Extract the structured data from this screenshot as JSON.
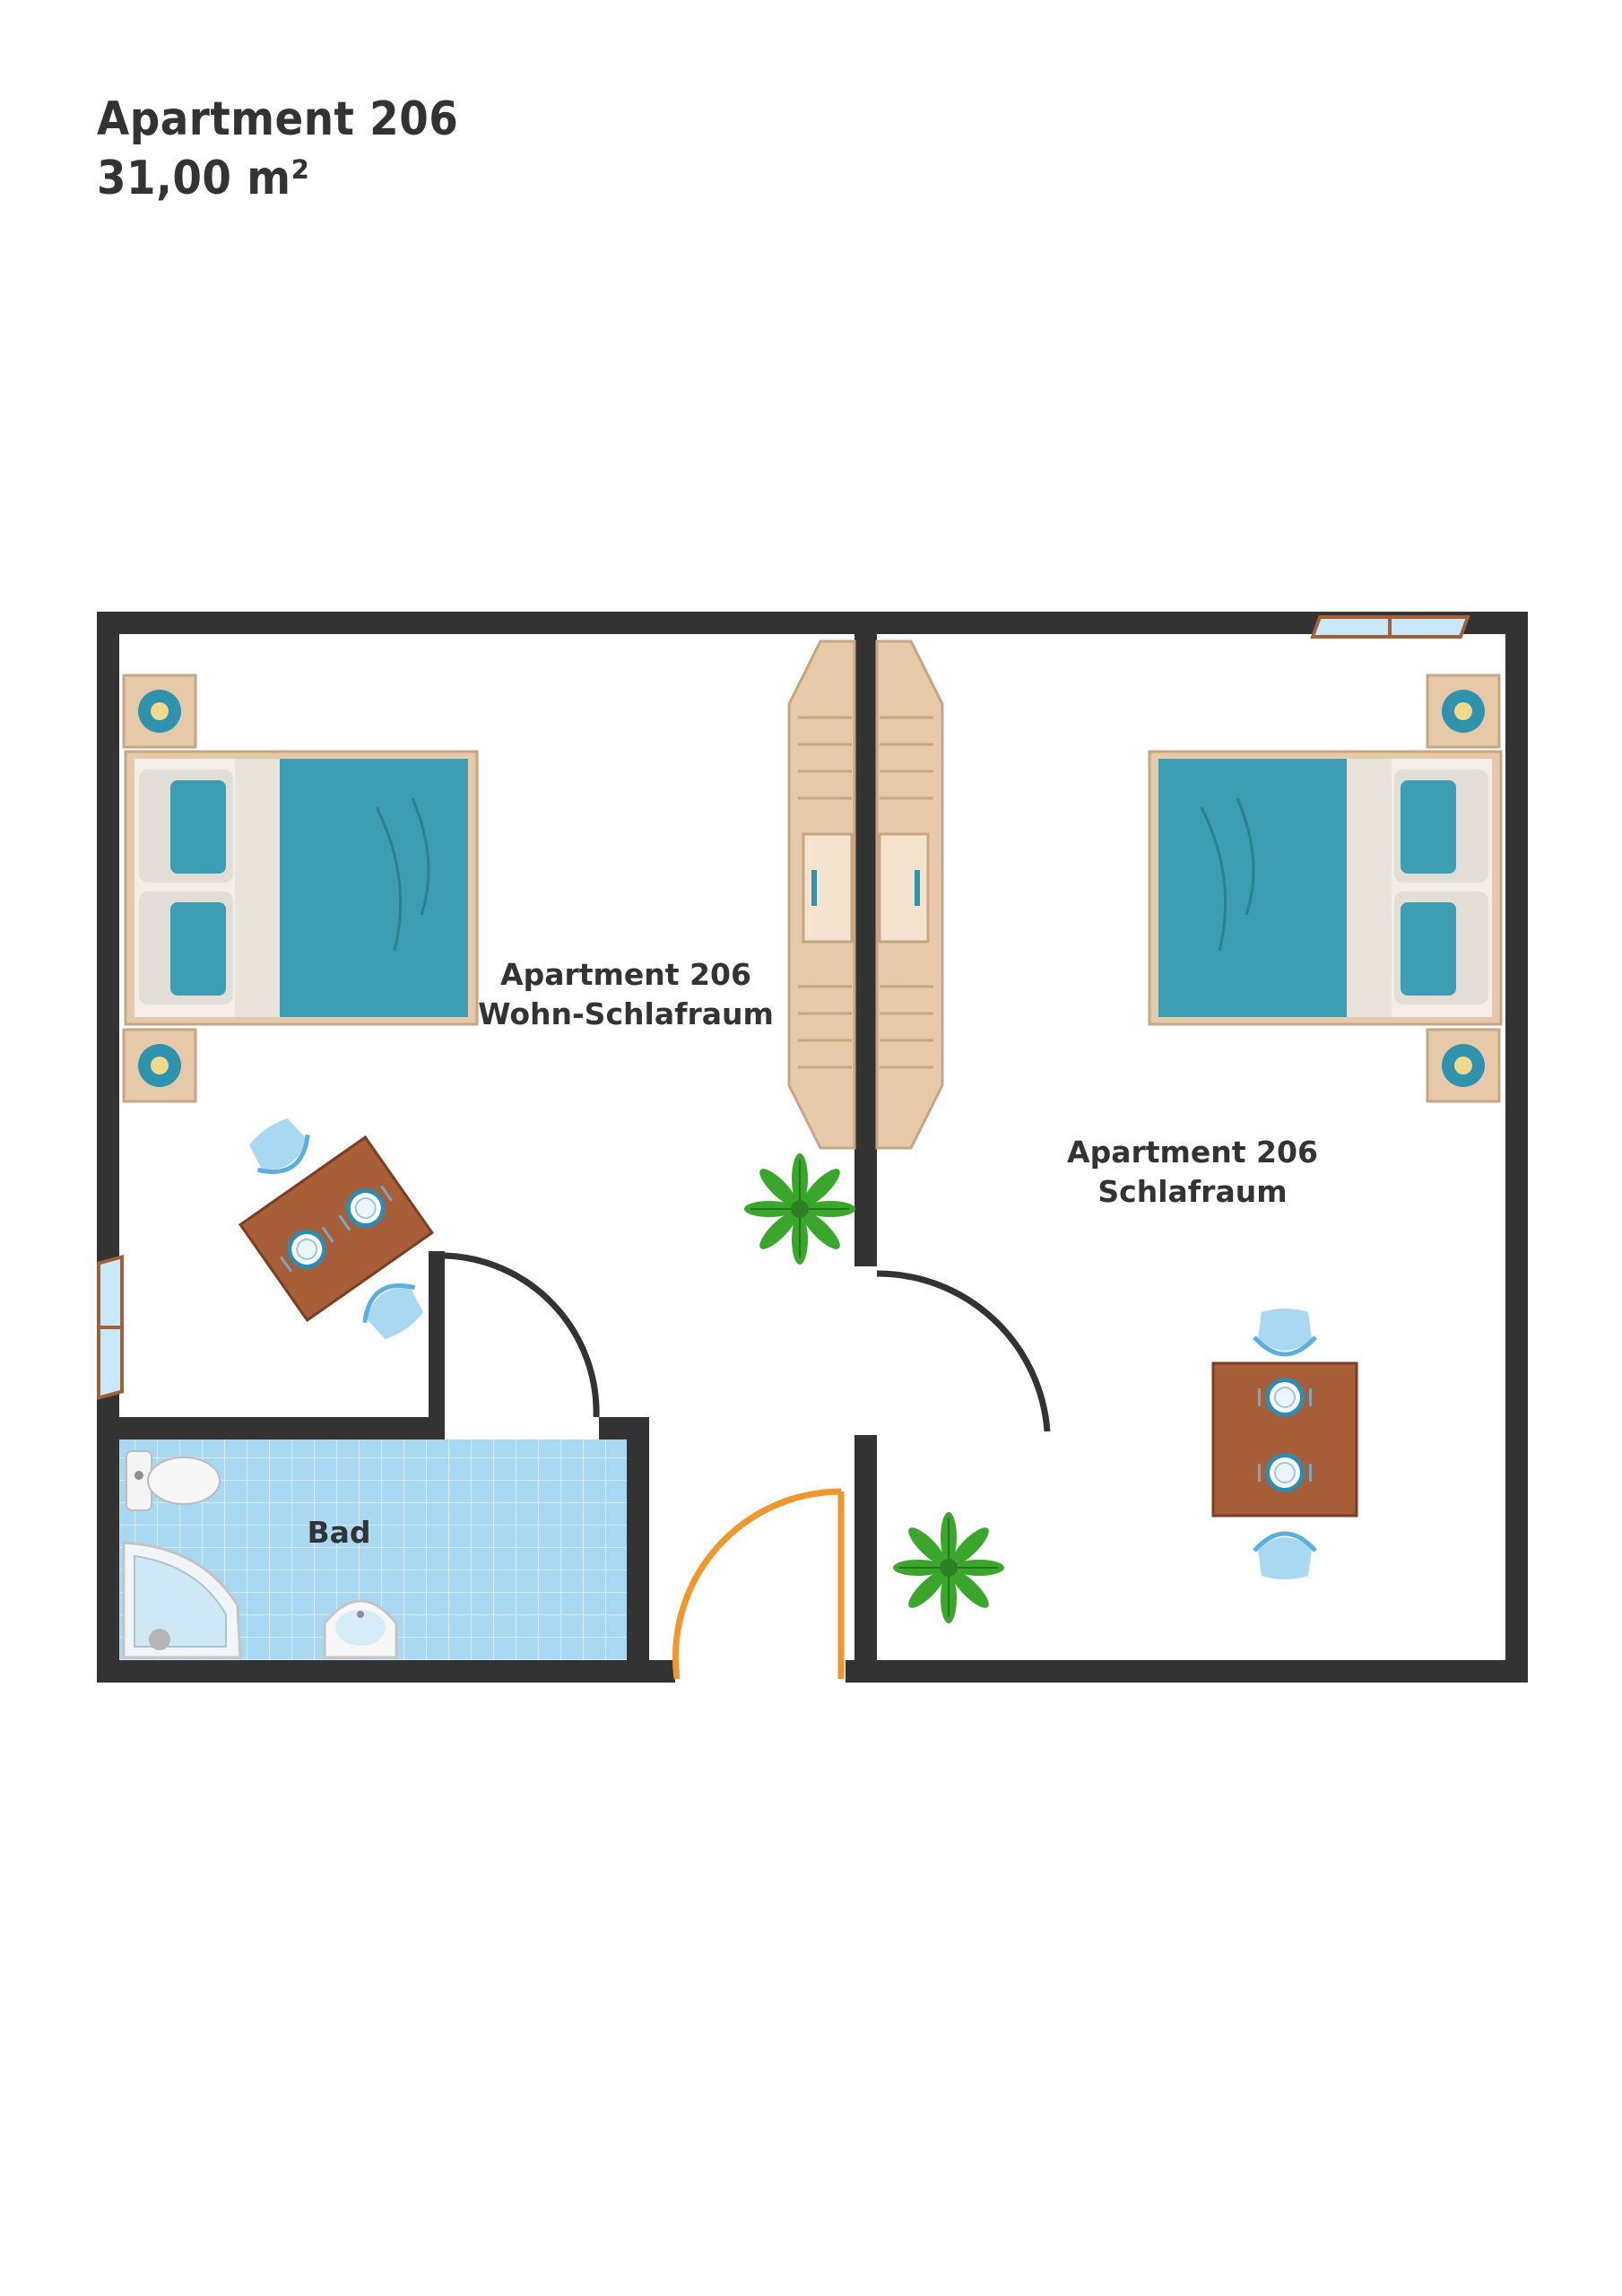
{
  "title": "Apartment 206",
  "area": "31,00 m²",
  "rooms": {
    "living": {
      "line1": "Apartment 206",
      "line2": "Wohn-Schlafraum"
    },
    "bedroom": {
      "line1": "Apartment 206",
      "line2": "Schlafraum"
    },
    "bath": {
      "name": "Bad"
    }
  },
  "colors": {
    "wall": "#333333",
    "bedspread": "#3d9db3",
    "wood": "#e6c9a8",
    "table": "#a85e38",
    "chair": "#a9d8f3",
    "tile": "#a9d8f3",
    "door_orange": "#f0962a",
    "plant": "#3aa62c"
  },
  "icons": [
    "bed-icon",
    "nightstand-icon",
    "wardrobe-icon",
    "plant-icon",
    "dining-table-icon",
    "toilet-icon",
    "shower-icon",
    "sink-icon",
    "window-icon",
    "door-swing-icon"
  ]
}
